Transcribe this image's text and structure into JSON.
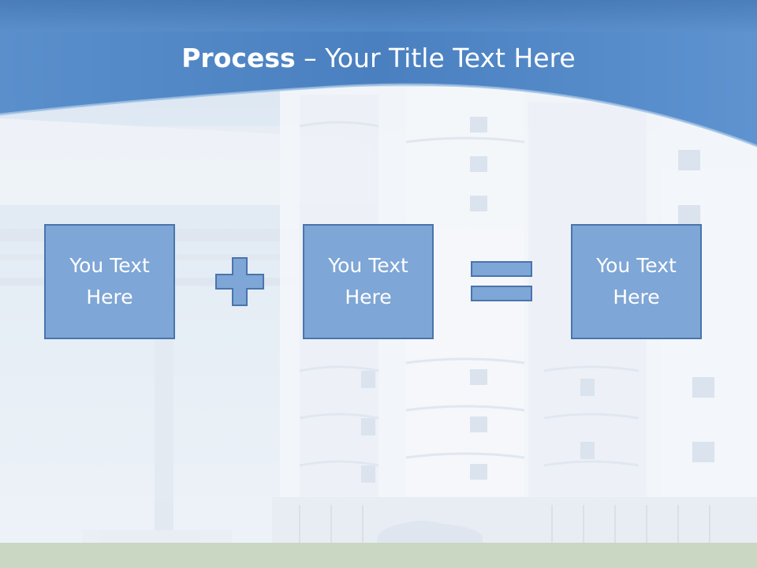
{
  "slide": {
    "title_bold": "Process",
    "title_rest": " – Your Title Text Here",
    "boxes": [
      {
        "label": "You Text Here"
      },
      {
        "label": "You Text Here"
      },
      {
        "label": "You Text Here"
      }
    ],
    "operators": [
      "plus",
      "equals"
    ],
    "colors": {
      "header_blue": "#4a80c0",
      "box_fill": "#7ea6d6",
      "box_border": "#4a74ad",
      "text": "#ffffff"
    }
  }
}
